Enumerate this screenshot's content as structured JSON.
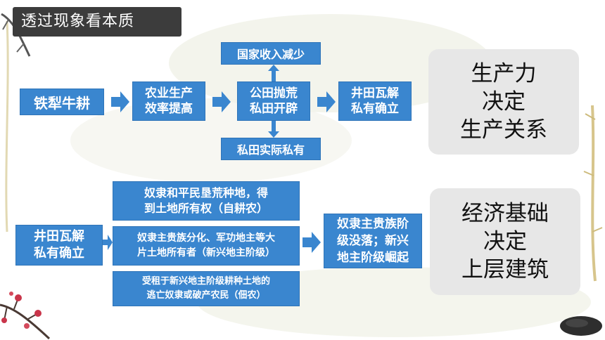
{
  "title": "透过现象看本质",
  "top_flow": {
    "start": "铁犁牛耕",
    "step1": "农业生产\n效率提高",
    "step2": "公田抛荒\n私田开辟",
    "step2_up": "国家收入减少",
    "step2_down": "私田实际私有",
    "step3": "井田瓦解\n私有确立",
    "conclusion": "生产力\n决定\n生产关系"
  },
  "bottom_flow": {
    "start": "井田瓦解\n私有确立",
    "branch1": "奴隶和平民垦荒种地，得\n到土地所有权（自耕农）",
    "branch2": "奴隶主贵族分化、军功地主等大\n片土地所有者（新兴地主阶级）",
    "branch3": "受租于新兴地主阶级耕种土地的\n逃亡奴隶或破产农民（佃农）",
    "result": "奴隶主贵族阶\n级没落；新兴\n地主阶级崛起",
    "conclusion": "经济基础\n决定\n上层建筑"
  },
  "colors": {
    "box_blue": "#3a86cf",
    "arrow_blue": "#3a86cf",
    "title_bg": "#3c3c3c",
    "panel_gray": "#e7e7e7"
  }
}
